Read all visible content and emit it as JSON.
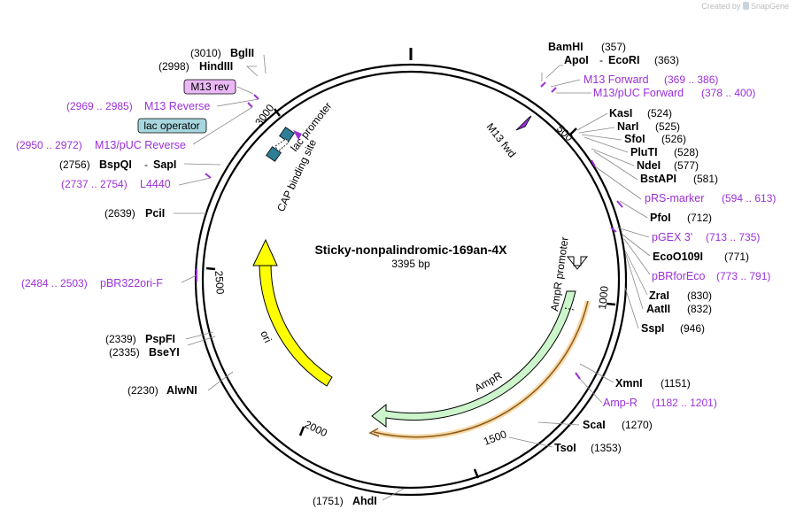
{
  "credit": {
    "prefix": "Created by",
    "brand": "SnapGene"
  },
  "plasmid": {
    "name": "Sticky-nonpalindromic-169an-4X",
    "size_label": "3395 bp"
  },
  "ticks": [
    "500",
    "1000",
    "1500",
    "2000",
    "2500",
    "3000"
  ],
  "enzymes": [
    {
      "name": "BamHI",
      "pos": "(357)"
    },
    {
      "name": "ApoI",
      "sep": "-",
      "name2": "EcoRI",
      "pos": "(363)"
    },
    {
      "name": "KasI",
      "pos": "(524)"
    },
    {
      "name": "NarI",
      "pos": "(525)"
    },
    {
      "name": "SfoI",
      "pos": "(526)"
    },
    {
      "name": "PluTI",
      "pos": "(528)"
    },
    {
      "name": "NdeI",
      "pos": "(577)"
    },
    {
      "name": "BstAPI",
      "pos": "(581)"
    },
    {
      "name": "PfoI",
      "pos": "(712)"
    },
    {
      "name": "EcoO109I",
      "pos": "(771)"
    },
    {
      "name": "ZraI",
      "pos": "(830)"
    },
    {
      "name": "AatII",
      "pos": "(832)"
    },
    {
      "name": "SspI",
      "pos": "(946)"
    },
    {
      "name": "XmnI",
      "pos": "(1151)"
    },
    {
      "name": "ScaI",
      "pos": "(1270)"
    },
    {
      "name": "TsoI",
      "pos": "(1353)"
    },
    {
      "name": "AhdI",
      "pos": "(1751)"
    },
    {
      "name": "AlwNI",
      "pos": "(2230)"
    },
    {
      "name": "BseYI",
      "pos": "(2335)"
    },
    {
      "name": "PspFI",
      "pos": "(2339)"
    },
    {
      "name": "PciI",
      "pos": "(2639)"
    },
    {
      "name": "BspQI",
      "sep": "-",
      "name2": "SapI",
      "pos": "(2756)"
    },
    {
      "name": "HindIII",
      "pos": "(2998)"
    },
    {
      "name": "BglII",
      "pos": "(3010)"
    }
  ],
  "primers": [
    {
      "name": "M13 Forward",
      "range": "(369 .. 386)"
    },
    {
      "name": "M13/pUC Forward",
      "range": "(378 .. 400)"
    },
    {
      "name": "pRS-marker",
      "range": "(594 .. 613)"
    },
    {
      "name": "pGEX 3'",
      "range": "(713 .. 735)"
    },
    {
      "name": "pBRforEco",
      "range": "(773 .. 791)"
    },
    {
      "name": "Amp-R",
      "range": "(1182 .. 1201)"
    },
    {
      "name": "pBR322ori-F",
      "range": "(2484 .. 2503)"
    },
    {
      "name": "L4440",
      "range": "(2737 .. 2754)"
    },
    {
      "name": "M13/pUC Reverse",
      "range": "(2950 .. 2972)"
    },
    {
      "name": "M13 Reverse",
      "range": "(2969 .. 2985)"
    }
  ],
  "features": {
    "m13_rev": "M13 rev",
    "lac_operator": "lac operator",
    "lac_promoter": "lac promoter",
    "cap_site": "CAP binding site",
    "m13_fwd": "M13 fwd",
    "ampr_promoter": "AmpR promoter",
    "ampr": "AmpR",
    "ori": "ori"
  },
  "colors": {
    "primer": "#9b30d9",
    "ori": "#ffff00",
    "ampr": "#ccf5cc",
    "lac": "#2e7f96",
    "m13": "#9b30d9"
  }
}
